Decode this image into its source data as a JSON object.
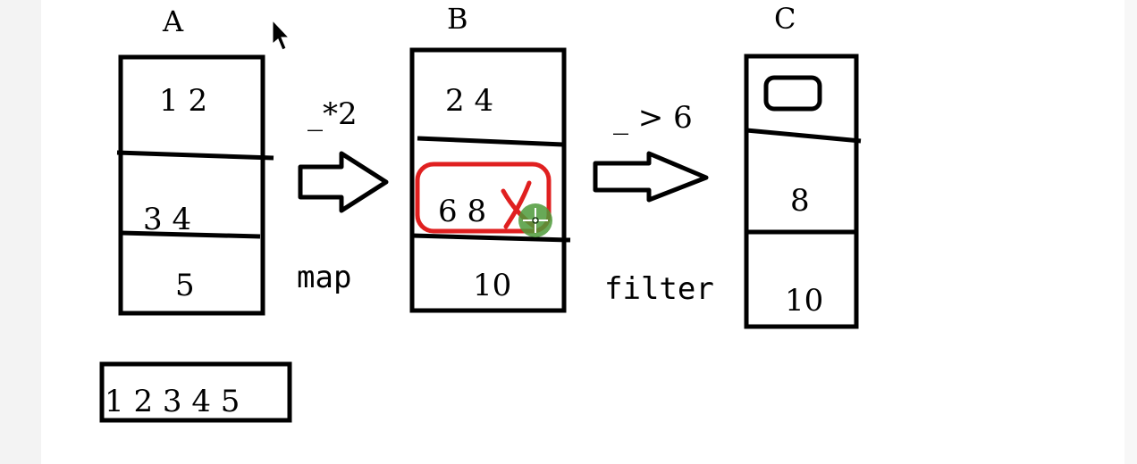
{
  "labels": {
    "a": "A",
    "b": "B",
    "c": "C"
  },
  "partitions": {
    "a": [
      "1 2",
      "3 4",
      "5"
    ],
    "b": [
      "2 4",
      "6 8",
      "10"
    ],
    "c": [
      "8",
      "10"
    ]
  },
  "operations": {
    "map": {
      "expr": "_*2",
      "name": "map"
    },
    "filter": {
      "expr": "_ > 6",
      "name": "filter"
    }
  },
  "source": "1 2 3 4 5",
  "colors": {
    "ink": "#000000",
    "highlight": "#e02020",
    "cursor": "#4d9a3a"
  },
  "icons": [
    "arrow-right-icon",
    "cross-mark-icon",
    "cursor-icon",
    "crosshair-cursor-icon"
  ]
}
